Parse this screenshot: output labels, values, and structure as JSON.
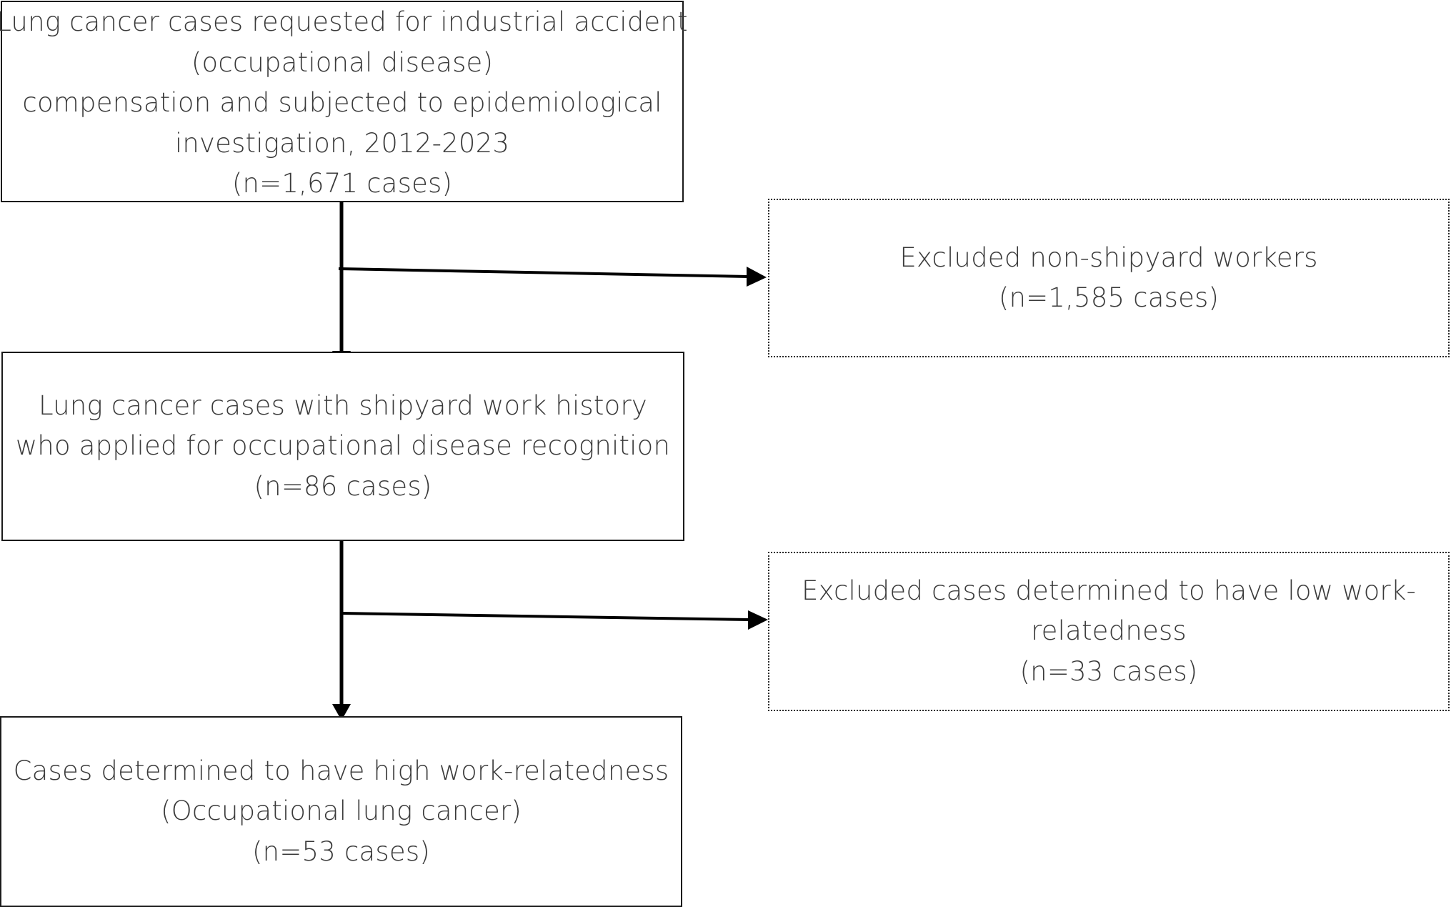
{
  "boxes": {
    "top": {
      "lines": [
        "Lung cancer cases requested for industrial accident",
        "(occupational disease)",
        "compensation and subjected to epidemiological",
        "investigation, 2012-2023",
        "(n=1,671 cases)"
      ]
    },
    "excluded_non_shipyard": {
      "lines": [
        "Excluded non-shipyard workers",
        "(n=1,585 cases)"
      ]
    },
    "shipyard": {
      "lines": [
        "Lung cancer cases with shipyard work history",
        "who applied for occupational disease recognition",
        "(n=86 cases)"
      ]
    },
    "excluded_low_relatedness": {
      "lines": [
        "Excluded cases determined to have low work-",
        "relatedness",
        "(n=33 cases)"
      ]
    },
    "final": {
      "lines": [
        "Cases determined to have high work-relatedness",
        "(Occupational lung cancer)",
        "(n=53 cases)"
      ]
    }
  },
  "colors": {
    "text": "#3a3a3a",
    "line": "#000000",
    "border": "#1a1a1a"
  }
}
